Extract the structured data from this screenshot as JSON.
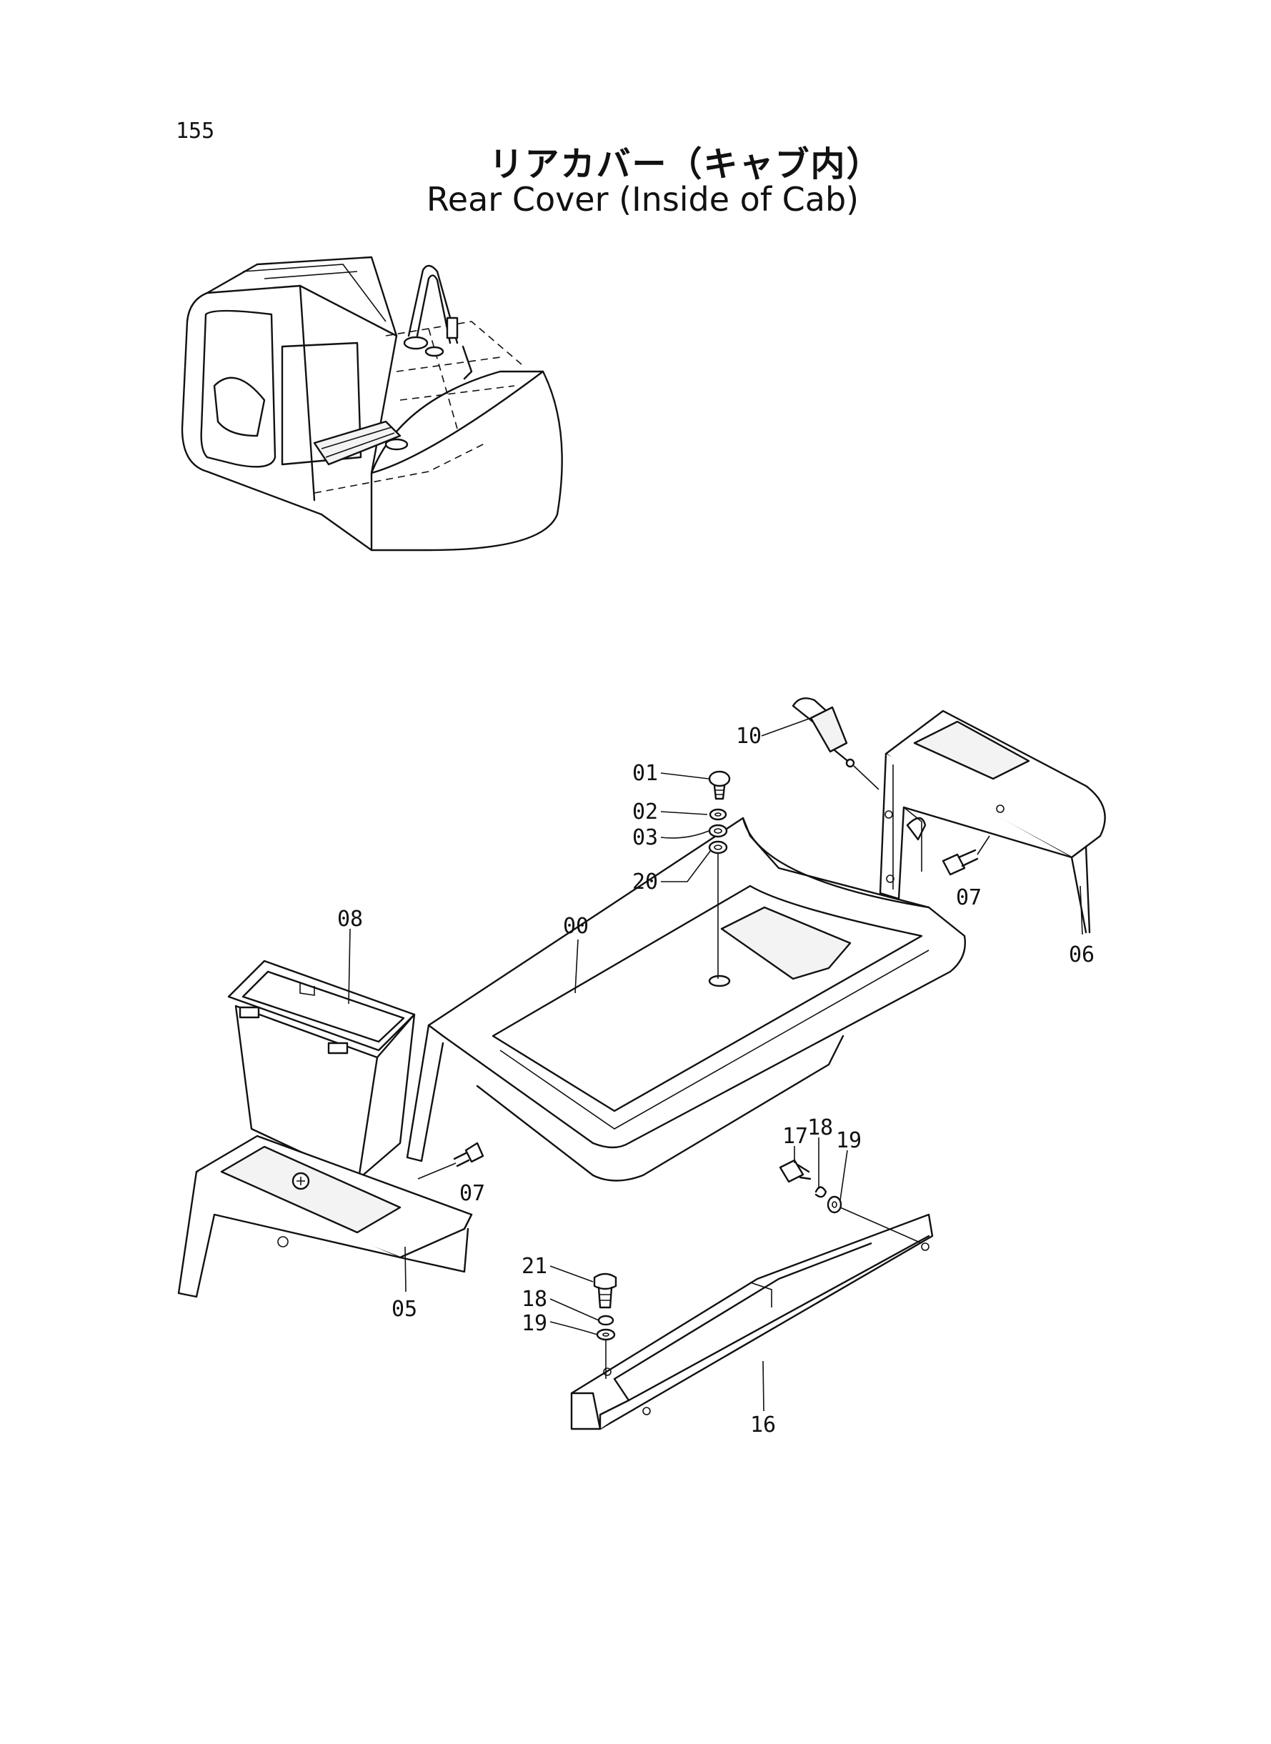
{
  "page_number": "155",
  "title_jp": "リアカバー（キャブ内）",
  "title_en": "Rear Cover (Inside of Cab)",
  "callouts": {
    "c01": "01",
    "c02": "02",
    "c03": "03",
    "c20": "20",
    "c10": "10",
    "c07a": "07",
    "c06": "06",
    "c08": "08",
    "c00": "00",
    "c07b": "07",
    "c05": "05",
    "c17": "17",
    "c18a": "18",
    "c19a": "19",
    "c21": "21",
    "c18b": "18",
    "c19b": "19",
    "c16": "16"
  }
}
